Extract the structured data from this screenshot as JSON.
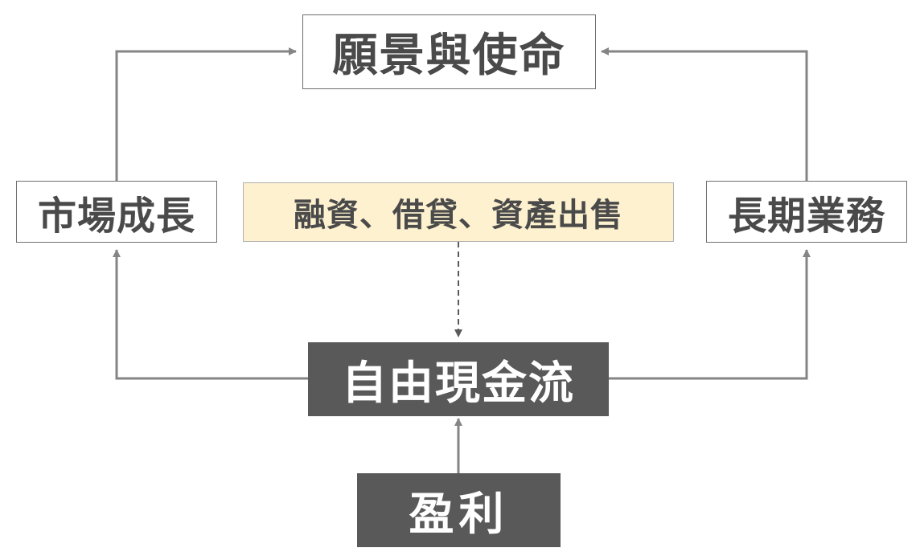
{
  "diagram": {
    "colors": {
      "connector": "#858585",
      "dark_box": "#595959",
      "note_box": "#fdf1cf",
      "text_dark": "#4a4a4a",
      "text_light": "#ffffff"
    },
    "nodes": {
      "vision": "願景與使命",
      "market_growth": "市場成長",
      "financing": "融資、借貸、資產出售",
      "long_term_business": "長期業務",
      "free_cash_flow": "自由現金流",
      "profit": "盈利"
    }
  }
}
